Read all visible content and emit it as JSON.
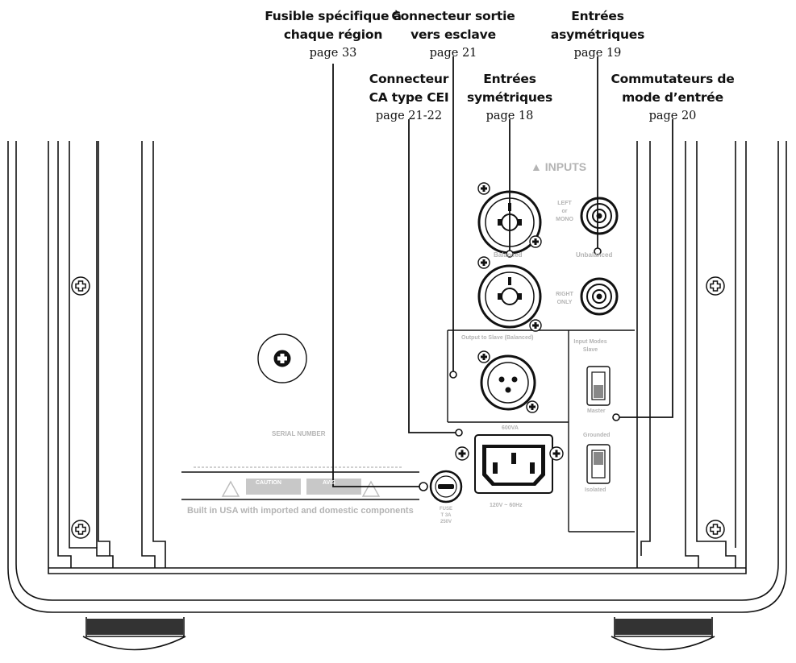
{
  "callouts": {
    "fuse": {
      "title_lines": [
        "Fusible spécifique à",
        "chaque région"
      ],
      "page": "page 33"
    },
    "slave_output": {
      "title_lines": [
        "Connecteur sortie",
        "vers esclave"
      ],
      "page": "page 21"
    },
    "unbalanced": {
      "title_lines": [
        "Entrées",
        "asymétriques"
      ],
      "page": "page 19"
    },
    "ac_iec": {
      "title_lines": [
        "Connecteur",
        "CA type CEI"
      ],
      "page": "page 21-22"
    },
    "balanced": {
      "title_lines": [
        "Entrées",
        "symétriques"
      ],
      "page": "page 18"
    },
    "input_mode": {
      "title_lines": [
        "Commutateurs de",
        "mode d’entrée"
      ],
      "page": "page 20"
    }
  },
  "panel": {
    "inputs_label": "INPUTS",
    "left_mono": [
      "LEFT",
      "or",
      "MONO"
    ],
    "right_only": [
      "RIGHT",
      "ONLY"
    ],
    "balanced": "Balanced",
    "unbalanced": "Unbalanced",
    "output_to_slave": "Output to Slave (Balanced)",
    "input_modes": [
      "Input Modes",
      "Slave"
    ],
    "master": "Master",
    "grounded": "Grounded",
    "isolated": "Isolated",
    "ac_rating": "600VA",
    "voltage": "120V ~ 60Hz",
    "serial_number": "SERIAL NUMBER",
    "built_in": "Built in USA with imported and domestic components",
    "caution": "CAUTION",
    "avis": "AVIS",
    "fuse_lines": [
      "FUSE",
      "T 3A",
      "250V"
    ]
  },
  "colors": {
    "outline": "#111111",
    "panel_text": "#b4b4b4",
    "background": "#ffffff"
  }
}
